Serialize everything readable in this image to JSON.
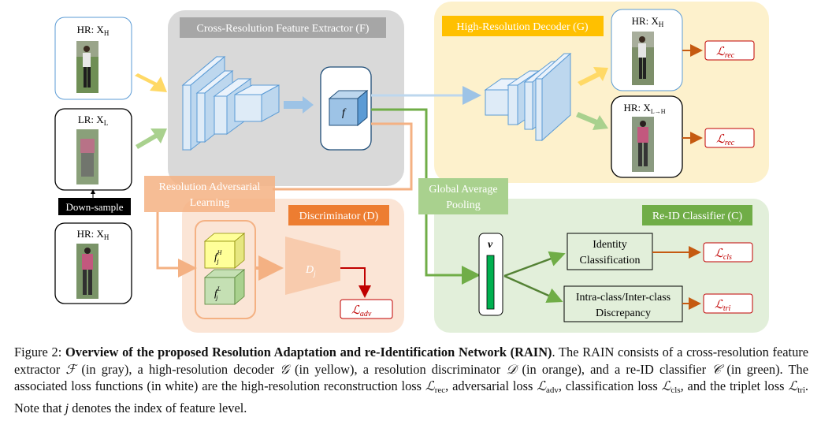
{
  "figure": {
    "boxes": {
      "extractor": "Cross-Resolution Feature Extractor (F)",
      "decoder": "High-Resolution Decoder (G)",
      "discriminator": "Discriminator (D)",
      "classifier": "Re-ID Classifier (C)",
      "adversarial_1": "Resolution Adversarial",
      "adversarial_2": "Learning",
      "gap_1": "Global Average",
      "gap_2": "Pooling",
      "identity_1": "Identity",
      "identity_2": "Classification",
      "intra_1": "Intra-class/Inter-class",
      "intra_2": "Discrepancy",
      "downsample": "Down-sample"
    },
    "inputs": {
      "hr_top": "HR: X",
      "hr_top_sub": "H",
      "lr": "LR: X",
      "lr_sub": "L",
      "hr_bottom": "HR: X",
      "hr_bottom_sub": "H",
      "out_hr": "HR: X",
      "out_hr_sub": "H",
      "out_lh": "HR: X",
      "out_lh_sub": "L→H"
    },
    "symbols": {
      "f": "f",
      "v": "v",
      "dj": "D",
      "dj_sub": "j",
      "fjh": "f",
      "fjh_sup": "H",
      "fjh_sub": "j",
      "fjl": "f",
      "fjl_sup": "L",
      "fjl_sub": "j"
    },
    "losses": {
      "rec1": "ℒ",
      "rec1_sub": "rec",
      "rec2": "ℒ",
      "rec2_sub": "rec",
      "cls": "ℒ",
      "cls_sub": "cls",
      "tri": "ℒ",
      "tri_sub": "tri",
      "adv": "ℒ",
      "adv_sub": "adv"
    }
  },
  "caption": {
    "prefix": "Figure 2: ",
    "bold": "Overview of the proposed Resolution Adaptation and re-Identification Network (RAIN)",
    "p1": ". The RAIN consists of a cross-resolution feature extractor ",
    "F": "ℱ",
    "p2": " (in gray), a high-resolution decoder ",
    "G": "𝒢",
    "p3": " (in yellow), a resolution discriminator ",
    "D": "𝒟",
    "p4": " (in orange), and a re-ID classifier ",
    "C": "𝒞",
    "p5": " (in green). The associated loss functions (in white) are the high-resolution reconstruction loss ",
    "L": "ℒ",
    "rec": "rec",
    "p6": ", adversarial loss ",
    "adv": "adv",
    "p7": ", classification loss ",
    "cls": "cls",
    "p8": ", and the triplet loss ",
    "tri": "tri",
    "p9": ". Note that ",
    "j": "j",
    "p10": " denotes the index of feature level."
  },
  "colors": {
    "gray_panel": "#d9d9d9",
    "yellow_panel": "#fdf1cc",
    "orange_panel": "#fbe5d6",
    "green_panel": "#e2efda",
    "orange_label": "#f4b183",
    "yellow_label": "#ffc000",
    "green_label": "#a9d18e",
    "loss_red": "#c00000",
    "arrow_green": "#70ad47",
    "arrow_orange": "#f4b183",
    "arrow_yellow": "#ffd966",
    "arrow_blue": "#9dc3e6",
    "cube_blue": "#deebf7",
    "v_green": "#00b050"
  }
}
